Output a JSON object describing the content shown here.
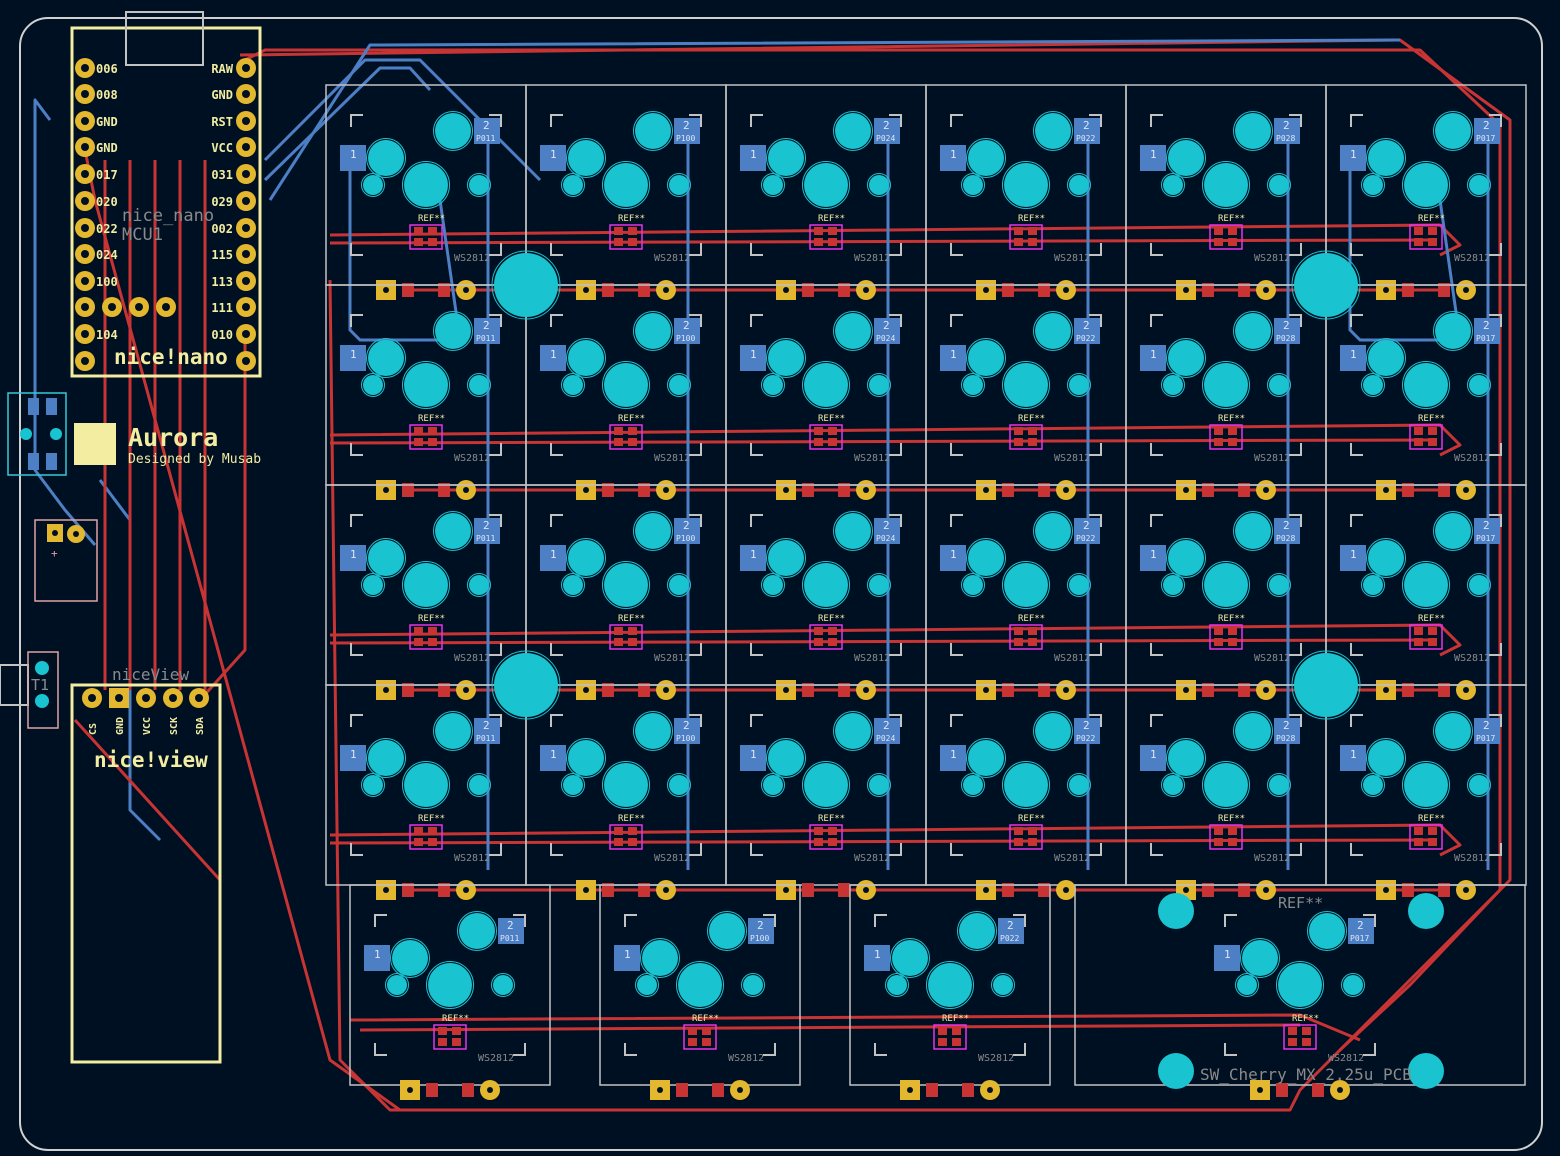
{
  "board": {
    "colors": {
      "background": "#001023",
      "edge": "#d0d0d0",
      "silk": "#f2eda1",
      "front_copper": "#c83434",
      "back_copper": "#4d7fc4",
      "pad_cyan": "#19c3cf",
      "pad_gold": "#e3b72e",
      "courtyard": "#c2c2c2",
      "fab_pink": "#e0a3a3",
      "magenta": "#e633e6"
    },
    "logo": {
      "title": "Aurora",
      "subtitle": "Designed by Musab"
    },
    "mcu": {
      "silk_label": "nice!nano",
      "ref_label": "MCU1",
      "value_label": "nice_nano",
      "left_pins": [
        "006",
        "008",
        "GND",
        "GND",
        "017",
        "020",
        "022",
        "024",
        "100",
        "",
        "104",
        ""
      ],
      "right_pins": [
        "RAW",
        "GND",
        "RST",
        "VCC",
        "031",
        "029",
        "002",
        "115",
        "113",
        "111",
        "010",
        ""
      ]
    },
    "display": {
      "silk_label": "nice!view",
      "ref_label": "niceView",
      "pins": [
        "CS",
        "GND",
        "VCC",
        "SCK",
        "SDA"
      ]
    },
    "misc_labels": {
      "switch_ref": "T1",
      "power_plus": "+"
    },
    "keys": {
      "ref_label": "REF**",
      "led_label": "WS2812",
      "pad1_label": "1",
      "pad2_label": "2",
      "column_nets": [
        "P011",
        "P100",
        "P024",
        "P022",
        "P028",
        "P017"
      ],
      "rows": 4,
      "bottom_row_nets": [
        "P011",
        "P100",
        "P022",
        "P017"
      ],
      "bottom_wide_footprint": "SW_Cherry_MX_2.25u_PCB",
      "wide_ref_label": "REF**"
    }
  }
}
